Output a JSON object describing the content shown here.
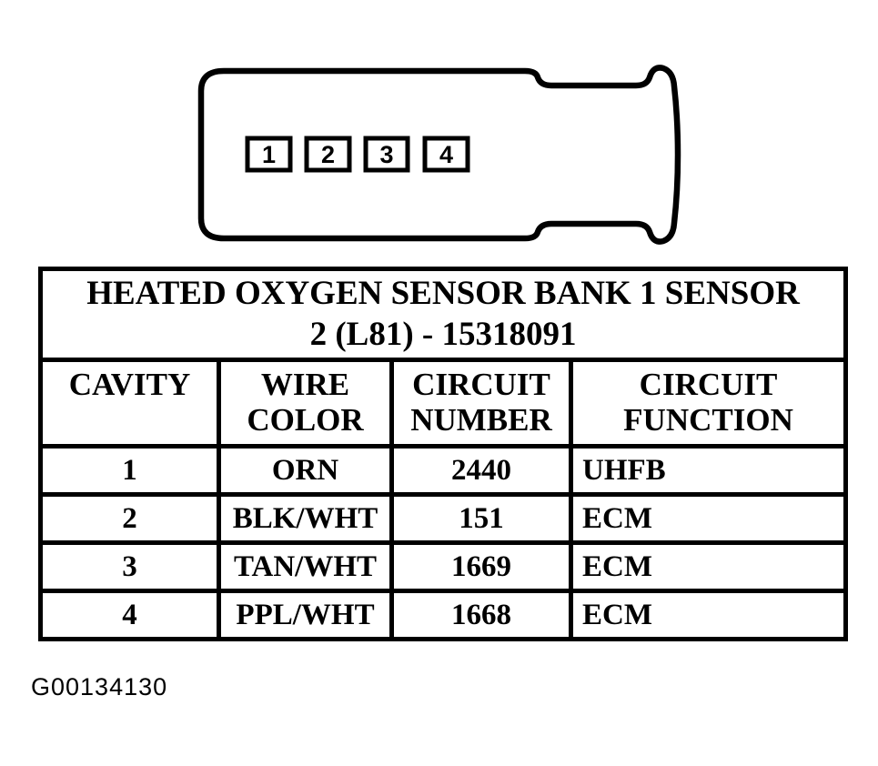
{
  "figure_code": "G00134130",
  "connector": {
    "description": "4-cavity heated oxygen sensor connector, face view",
    "pins": [
      "1",
      "2",
      "3",
      "4"
    ]
  },
  "table": {
    "title_lines": [
      "HEATED OXYGEN SENSOR BANK 1 SENSOR",
      "2 (L81) - 15318091"
    ],
    "title": "HEATED OXYGEN SENSOR BANK 1 SENSOR 2 (L81) - 15318091",
    "columns": [
      "CAVITY",
      "WIRE COLOR",
      "CIRCUIT NUMBER",
      "CIRCUIT FUNCTION"
    ],
    "rows": [
      {
        "cavity": "1",
        "wire_color": "ORN",
        "circuit_number": "2440",
        "circuit_function": "UHFB"
      },
      {
        "cavity": "2",
        "wire_color": "BLK/WHT",
        "circuit_number": "151",
        "circuit_function": "ECM"
      },
      {
        "cavity": "3",
        "wire_color": "TAN/WHT",
        "circuit_number": "1669",
        "circuit_function": "ECM"
      },
      {
        "cavity": "4",
        "wire_color": "PPL/WHT",
        "circuit_number": "1668",
        "circuit_function": "ECM"
      }
    ]
  },
  "colors": {
    "ink": "#000000",
    "paper": "#ffffff"
  }
}
